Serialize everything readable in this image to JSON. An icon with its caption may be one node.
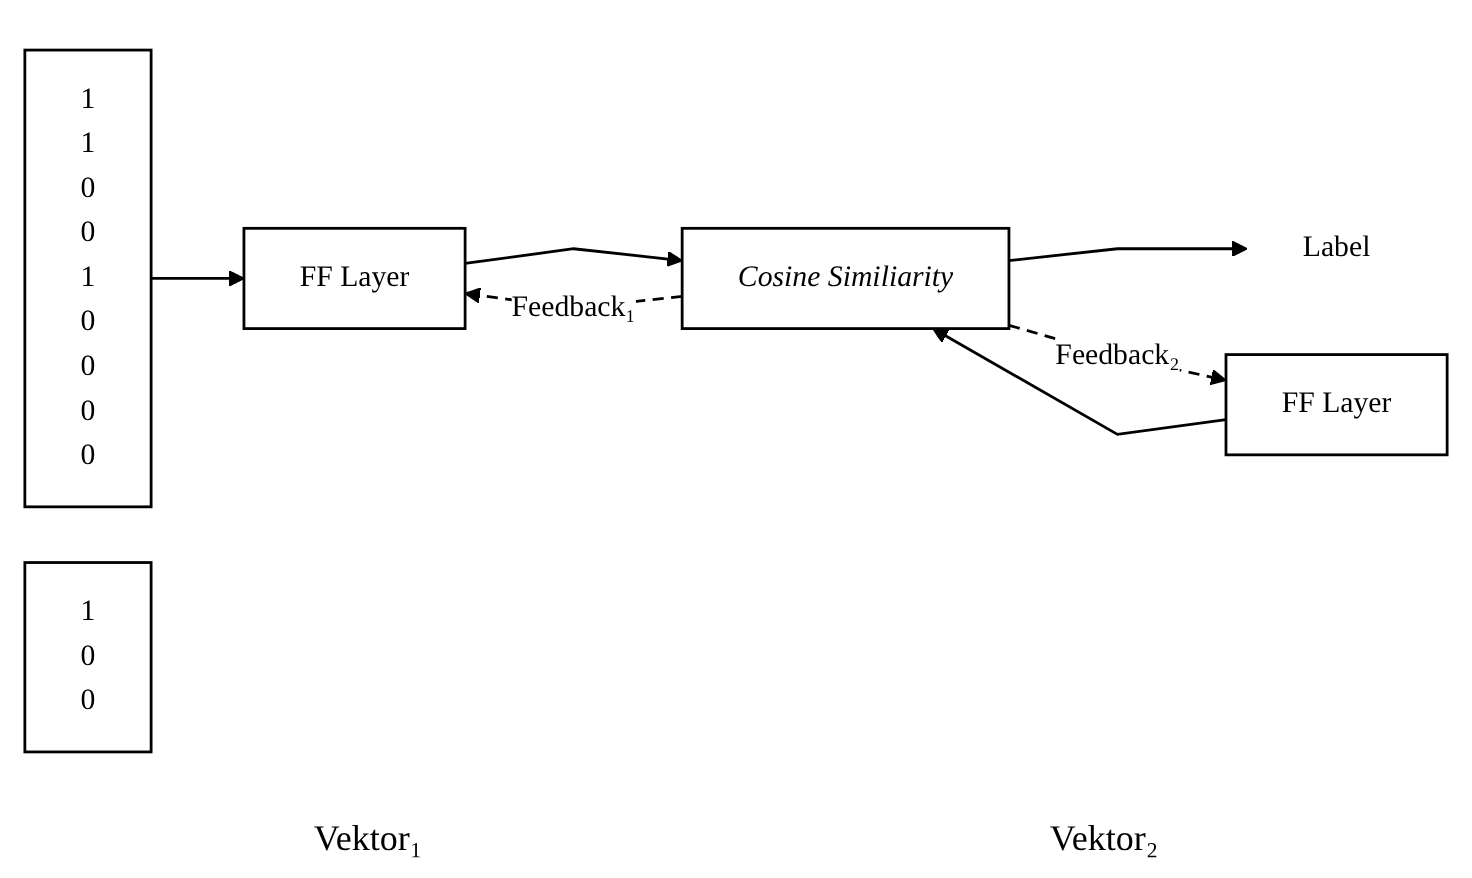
{
  "diagram": {
    "nodes": [
      {
        "text": [
          "1 1 0 0 1 0 0 0 0"
        ]
      },
      {
        "text": [
          "FF Layer"
        ]
      },
      {
        "text": [
          "Cosine Similiarity"
        ]
      },
      {
        "text": [
          "Label"
        ]
      },
      {
        "text": [
          "1 0 0"
        ]
      },
      {
        "text": [
          "FF Layer"
        ]
      }
    ],
    "edges": [
      {
        "from": 0,
        "to": 1,
        "arrow": "to"
      },
      {
        "from": 1,
        "to": 2,
        "arrow": "to"
      },
      {
        "from": 2,
        "to": 1,
        "arrow": "to",
        "style": "dashed",
        "label": "Feedback₁"
      },
      {
        "from": 2,
        "to": 3,
        "arrow": "to"
      },
      {
        "from": 5,
        "to": 2,
        "arrow": "to"
      },
      {
        "from": 2,
        "to": 5,
        "arrow": "to",
        "style": "dashed",
        "label": "Feedback₂"
      }
    ],
    "labels": [
      "Vektor₁",
      "Vektor₂"
    ]
  }
}
